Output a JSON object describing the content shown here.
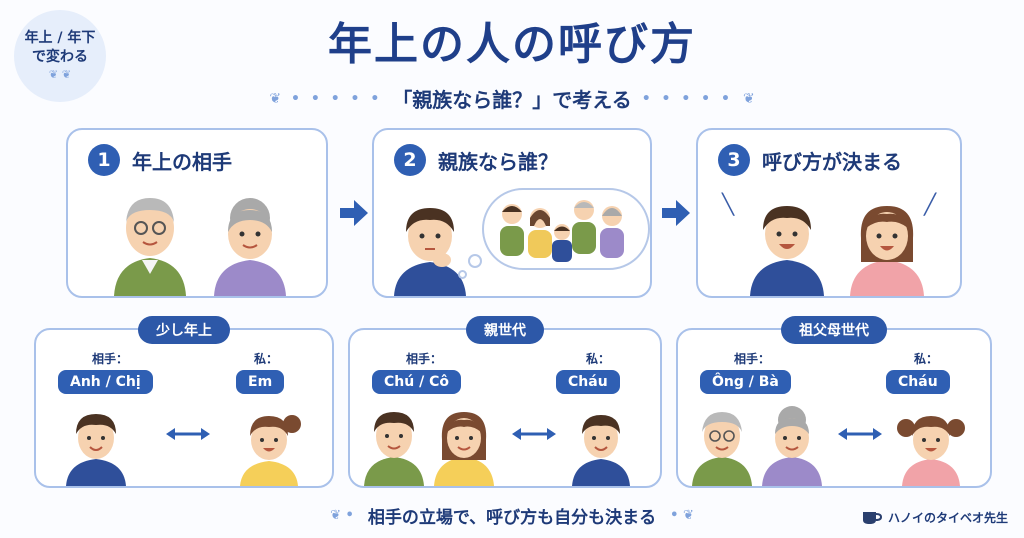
{
  "badge": {
    "line1": "年上 / 年下",
    "line2": "で変わる"
  },
  "title": "年上の人の呼び方",
  "subtitle": "「親族なら誰？」で考える",
  "steps": [
    {
      "num": "1",
      "label": "年上の相手"
    },
    {
      "num": "2",
      "label": "親族なら誰？"
    },
    {
      "num": "3",
      "label": "呼び方が決まる"
    }
  ],
  "cards": [
    {
      "title": "少し年上",
      "partner_label": "相手：",
      "partner_term": "Anh / Chị",
      "me_label": "私：",
      "me_term": "Em"
    },
    {
      "title": "親世代",
      "partner_label": "相手：",
      "partner_term": "Chú / Cô",
      "me_label": "私：",
      "me_term": "Cháu"
    },
    {
      "title": "祖父母世代",
      "partner_label": "相手：",
      "partner_term": "Ông / Bà",
      "me_label": "私：",
      "me_term": "Cháu"
    }
  ],
  "footer": "相手の立場で、呼び方も自分も決まる",
  "brand": "ハノイのタイベオ先生",
  "colors": {
    "accent": "#2f5fb3",
    "border": "#a9c1ea",
    "text": "#1e3a78"
  }
}
